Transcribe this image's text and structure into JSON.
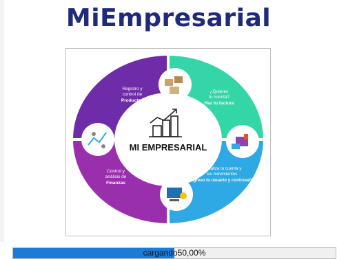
{
  "app": {
    "title": "MiEmpresarial"
  },
  "banner": {
    "center_label": "MI EMPRESARIAL",
    "segments": [
      {
        "lines": [
          "Registro y",
          "control de"
        ],
        "bold": "Productos",
        "color": "#6f2ca8",
        "icon": "boxes-icon"
      },
      {
        "lines": [
          "¿Quieres",
          "tu cuenta?"
        ],
        "bold": "Haz tu factura",
        "color": "#34d6a8",
        "icon": "invoice-icon"
      },
      {
        "lines": [
          "Visualiza tu cuenta y",
          "tus movimientos"
        ],
        "bold": "Ingreso tu usuario y contraseña",
        "color": "#2ea9e6",
        "icon": "computer-icon"
      },
      {
        "lines": [
          "Control y",
          "análisis de"
        ],
        "bold": "Finanzas",
        "color": "#9a2fae",
        "icon": "analytics-icon"
      }
    ]
  },
  "progress": {
    "label": "cargando50,00%",
    "value": 0.5,
    "color": "#1c7bd6"
  }
}
